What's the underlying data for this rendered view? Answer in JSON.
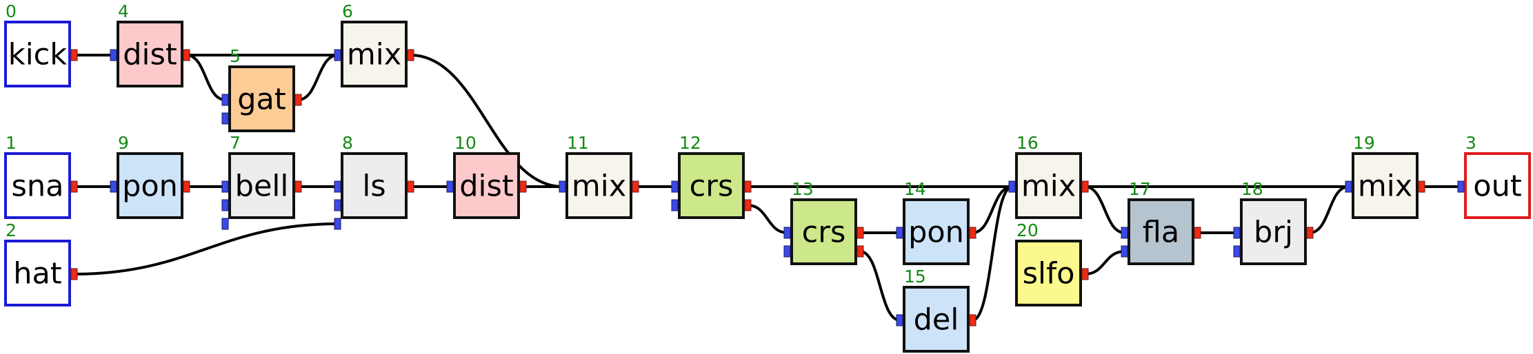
{
  "colors": {
    "edge": "#000000",
    "node_id_text": "#138a13",
    "inlet_port": "#3a4ae6",
    "outlet_port": "#ee2a14",
    "input_border": "#1b1bd6",
    "output_border": "#e21a1a",
    "default_border": "#111111"
  },
  "nodes": [
    {
      "id": "0",
      "label": "kick",
      "kind": "input",
      "fill": "#ffffff",
      "inlets": 0,
      "outlets": 1
    },
    {
      "id": "4",
      "label": "dist",
      "kind": "module",
      "fill": "#fccacb",
      "inlets": 1,
      "outlets": 1
    },
    {
      "id": "5",
      "label": "gat",
      "kind": "module",
      "fill": "#fdcb96",
      "inlets": 2,
      "outlets": 1
    },
    {
      "id": "6",
      "label": "mix",
      "kind": "module",
      "fill": "#f7f4ec",
      "inlets": 1,
      "outlets": 1
    },
    {
      "id": "1",
      "label": "sna",
      "kind": "input",
      "fill": "#ffffff",
      "inlets": 0,
      "outlets": 1
    },
    {
      "id": "9",
      "label": "pon",
      "kind": "module",
      "fill": "#cde3f8",
      "inlets": 1,
      "outlets": 1
    },
    {
      "id": "7",
      "label": "bell",
      "kind": "module",
      "fill": "#ededed",
      "inlets": 3,
      "outlets": 1
    },
    {
      "id": "8",
      "label": "ls",
      "kind": "module",
      "fill": "#ededed",
      "inlets": 3,
      "outlets": 1
    },
    {
      "id": "10",
      "label": "dist",
      "kind": "module",
      "fill": "#fccacb",
      "inlets": 1,
      "outlets": 1
    },
    {
      "id": "11",
      "label": "mix",
      "kind": "module",
      "fill": "#f7f4ec",
      "inlets": 1,
      "outlets": 1
    },
    {
      "id": "12",
      "label": "crs",
      "kind": "module",
      "fill": "#cce88a",
      "inlets": 2,
      "outlets": 2
    },
    {
      "id": "13",
      "label": "crs",
      "kind": "module",
      "fill": "#cce88a",
      "inlets": 2,
      "outlets": 2
    },
    {
      "id": "14",
      "label": "pon",
      "kind": "module",
      "fill": "#cde3f8",
      "inlets": 1,
      "outlets": 1
    },
    {
      "id": "15",
      "label": "del",
      "kind": "module",
      "fill": "#cde3f8",
      "inlets": 1,
      "outlets": 1
    },
    {
      "id": "16",
      "label": "mix",
      "kind": "module",
      "fill": "#f7f4ec",
      "inlets": 1,
      "outlets": 1
    },
    {
      "id": "17",
      "label": "fla",
      "kind": "module",
      "fill": "#b6c4d0",
      "inlets": 2,
      "outlets": 1
    },
    {
      "id": "20",
      "label": "slfo",
      "kind": "module",
      "fill": "#fbf88d",
      "inlets": 0,
      "outlets": 1
    },
    {
      "id": "18",
      "label": "brj",
      "kind": "module",
      "fill": "#ededed",
      "inlets": 2,
      "outlets": 1
    },
    {
      "id": "19",
      "label": "mix",
      "kind": "module",
      "fill": "#f7f4ec",
      "inlets": 1,
      "outlets": 1
    },
    {
      "id": "2",
      "label": "hat",
      "kind": "input",
      "fill": "#ffffff",
      "inlets": 0,
      "outlets": 1
    },
    {
      "id": "3",
      "label": "out",
      "kind": "output",
      "fill": "#ffffff",
      "inlets": 1,
      "outlets": 0
    }
  ],
  "edges": [
    {
      "from": "0",
      "out": 0,
      "to": "4",
      "in": 0
    },
    {
      "from": "4",
      "out": 0,
      "to": "6",
      "in": 0
    },
    {
      "from": "4",
      "out": 0,
      "to": "5",
      "in": 0
    },
    {
      "from": "5",
      "out": 0,
      "to": "6",
      "in": 0
    },
    {
      "from": "6",
      "out": 0,
      "to": "11",
      "in": 0
    },
    {
      "from": "1",
      "out": 0,
      "to": "9",
      "in": 0
    },
    {
      "from": "9",
      "out": 0,
      "to": "7",
      "in": 0
    },
    {
      "from": "7",
      "out": 0,
      "to": "8",
      "in": 0
    },
    {
      "from": "2",
      "out": 0,
      "to": "8",
      "in": 2
    },
    {
      "from": "8",
      "out": 0,
      "to": "10",
      "in": 0
    },
    {
      "from": "8",
      "out": 0,
      "to": "10",
      "in": 0
    },
    {
      "from": "10",
      "out": 0,
      "to": "11",
      "in": 0
    },
    {
      "from": "11",
      "out": 0,
      "to": "12",
      "in": 0
    },
    {
      "from": "12",
      "out": 0,
      "to": "16",
      "in": 0
    },
    {
      "from": "12",
      "out": 1,
      "to": "13",
      "in": 0
    },
    {
      "from": "13",
      "out": 0,
      "to": "14",
      "in": 0
    },
    {
      "from": "13",
      "out": 1,
      "to": "15",
      "in": 0
    },
    {
      "from": "14",
      "out": 0,
      "to": "16",
      "in": 0
    },
    {
      "from": "15",
      "out": 0,
      "to": "16",
      "in": 0
    },
    {
      "from": "16",
      "out": 0,
      "to": "19",
      "in": 0
    },
    {
      "from": "16",
      "out": 0,
      "to": "17",
      "in": 0
    },
    {
      "from": "20",
      "out": 0,
      "to": "17",
      "in": 1
    },
    {
      "from": "17",
      "out": 0,
      "to": "18",
      "in": 0
    },
    {
      "from": "18",
      "out": 0,
      "to": "19",
      "in": 0
    },
    {
      "from": "19",
      "out": 0,
      "to": "3",
      "in": 0
    }
  ]
}
